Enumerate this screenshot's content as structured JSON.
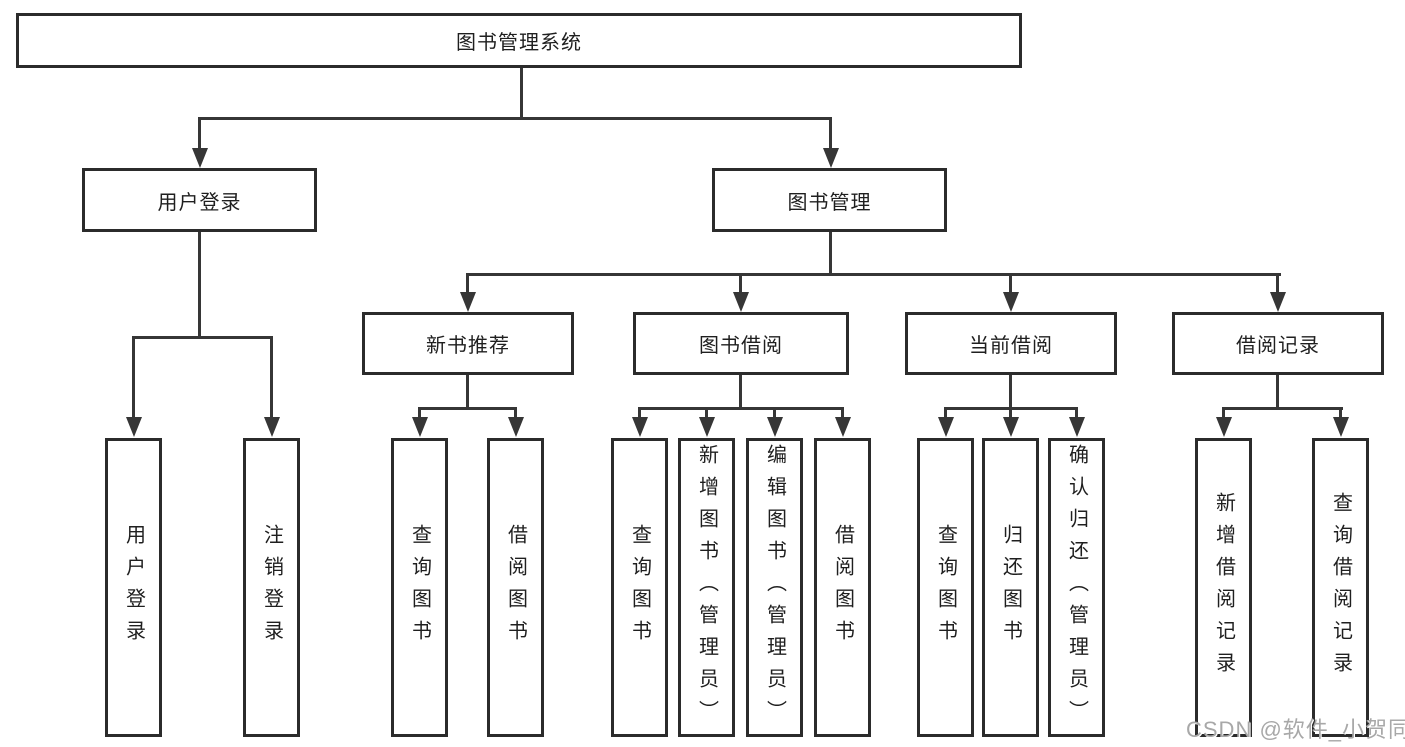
{
  "colors": {
    "background": "#ffffff",
    "box_border": "#2b2b2b",
    "connector_line": "#363636",
    "text": "#1f1f1f",
    "watermark_text": "#a8a8a8"
  },
  "diagram": {
    "root": {
      "label": "图书管理系统"
    },
    "level2": [
      {
        "label": "用户登录"
      },
      {
        "label": "图书管理"
      }
    ],
    "level3": [
      {
        "label": "新书推荐"
      },
      {
        "label": "图书借阅"
      },
      {
        "label": "当前借阅"
      },
      {
        "label": "借阅记录"
      }
    ],
    "leaves": {
      "user_login": [
        {
          "label": "用户登录"
        },
        {
          "label": "注销登录"
        }
      ],
      "new_book": [
        {
          "label": "查询图书"
        },
        {
          "label": "借阅图书"
        }
      ],
      "book_borrow": [
        {
          "label": "查询图书"
        },
        {
          "label": "新增图书（管理员）"
        },
        {
          "label": "编辑图书（管理员）"
        },
        {
          "label": "借阅图书"
        }
      ],
      "current_borrow": [
        {
          "label": "查询图书"
        },
        {
          "label": "归还图书"
        },
        {
          "label": "确认归还（管理员）"
        }
      ],
      "borrow_record": [
        {
          "label": "新增借阅记录"
        },
        {
          "label": "查询借阅记录"
        }
      ]
    }
  },
  "watermark": {
    "text": "CSDN @软件_小贺同学"
  }
}
